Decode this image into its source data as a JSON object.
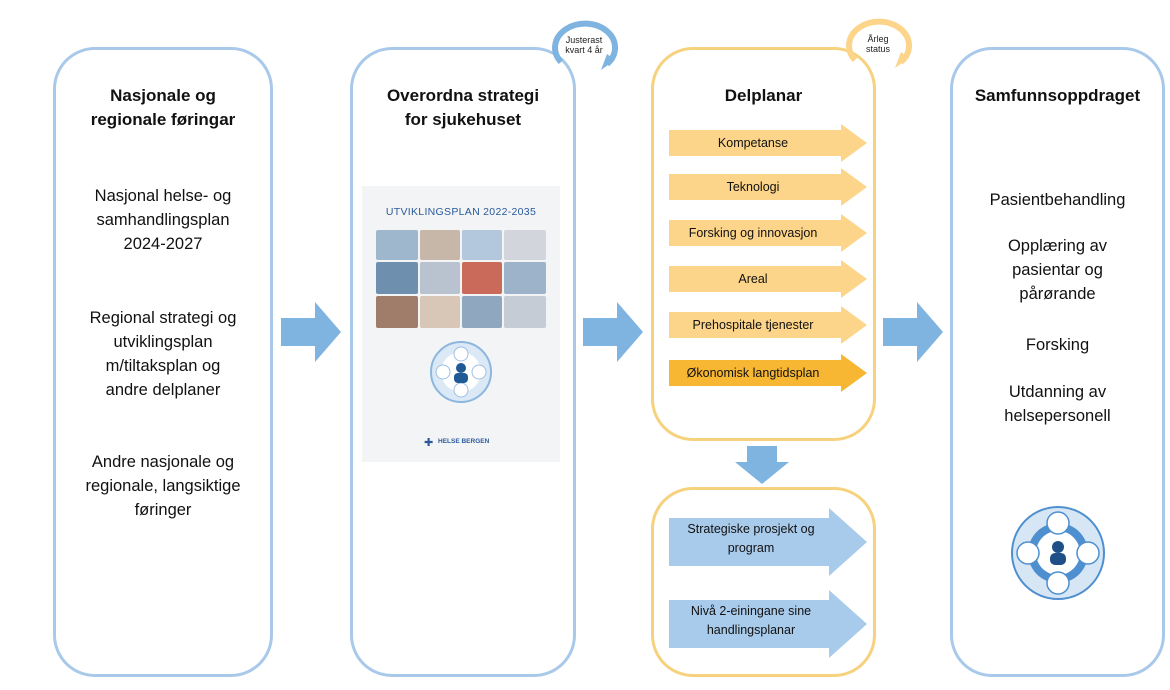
{
  "panels": {
    "national": {
      "title": "Nasjonale og\nregionale føringar",
      "items": [
        "Nasjonal helse- og\nsamhandlingsplan\n2024-2027",
        "Regional strategi og\nutviklingsplan\nm/tiltaksplan og\nandre delplaner",
        "Andre nasjonale og\nregionale, langsiktige\nføringer"
      ]
    },
    "strategy": {
      "title": "Overordna strategi\nfor sjukehuset",
      "cycle_label": "Justerast\nkvart 4 år",
      "cover_title": "UTVIKLINGSPLAN 2022-2035",
      "cover_logo": "HELSE BERGEN"
    },
    "delplanar": {
      "title": "Delplanar",
      "cycle_label": "Årleg\nstatus",
      "plans": [
        "Kompetanse",
        "Teknologi",
        "Forsking og innovasjon",
        "Areal",
        "Prehospitale tjenester",
        "Økonomisk langtidsplan"
      ]
    },
    "projects": {
      "items": [
        "Strategiske prosjekt og\nprogram",
        "Nivå 2-einingane sine\nhandlingsplanar"
      ]
    },
    "society": {
      "title": "Samfunnsoppdraget",
      "items": [
        "Pasientbehandling",
        "Opplæring av\npasientar og\npårørande",
        "Forsking",
        "Utdanning av\nhelsepersonell"
      ]
    }
  },
  "colors": {
    "blue_border": "#a9c9ea",
    "orange_border": "#f6d27f",
    "blue_arrow": "#7fb3e0",
    "orange_arrow": "#fcd58a",
    "orange_arrow_dark": "#f7b733",
    "project_arrow": "#a9cbeb"
  }
}
